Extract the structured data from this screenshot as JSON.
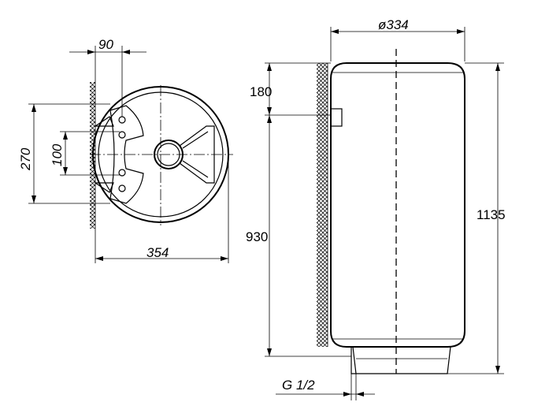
{
  "dimensions": {
    "top_view": {
      "offset": "90",
      "height": "270",
      "spacing": "100",
      "diameter_width": "354"
    },
    "side_view": {
      "diameter": "ø334",
      "top_offset": "180",
      "lower_height": "930",
      "total_height": "1135",
      "thread": "G 1/2"
    }
  }
}
